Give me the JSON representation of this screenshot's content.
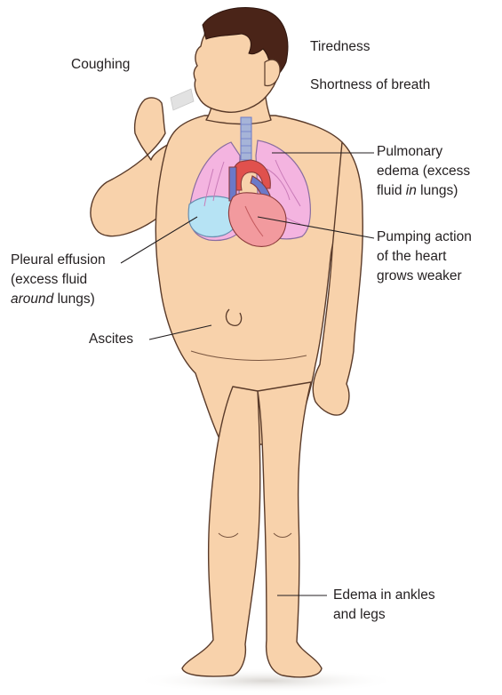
{
  "labels": {
    "tiredness": "Tiredness",
    "shortness": "Shortness of breath",
    "coughing": "Coughing",
    "pulmonary": {
      "line1": "Pulmonary",
      "line2": "edema (excess",
      "line3_pre": "fluid ",
      "line3_em": "in",
      "line3_post": " lungs)"
    },
    "pumping": {
      "line1": "Pumping action",
      "line2": "of the heart",
      "line3": "grows weaker"
    },
    "pleural": {
      "line1": "Pleural effusion",
      "line2": "(excess fluid",
      "line3_em": "around",
      "line3_post": " lungs)"
    },
    "ascites": "Ascites",
    "edema": {
      "line1": "Edema in ankles",
      "line2": "and legs"
    }
  },
  "colors": {
    "skin": "#f8d2ab",
    "skin_outline": "#5a3b2a",
    "hair": "#4a2418",
    "lung": "#f4b4e0",
    "fluid": "#b6e3f4",
    "heart": "#f29a9e",
    "vessel_red": "#e0514d",
    "vessel_blue": "#6b79c8",
    "trachea": "#a6b4d8",
    "leader_line": "#231f20",
    "text": "#231f20"
  }
}
